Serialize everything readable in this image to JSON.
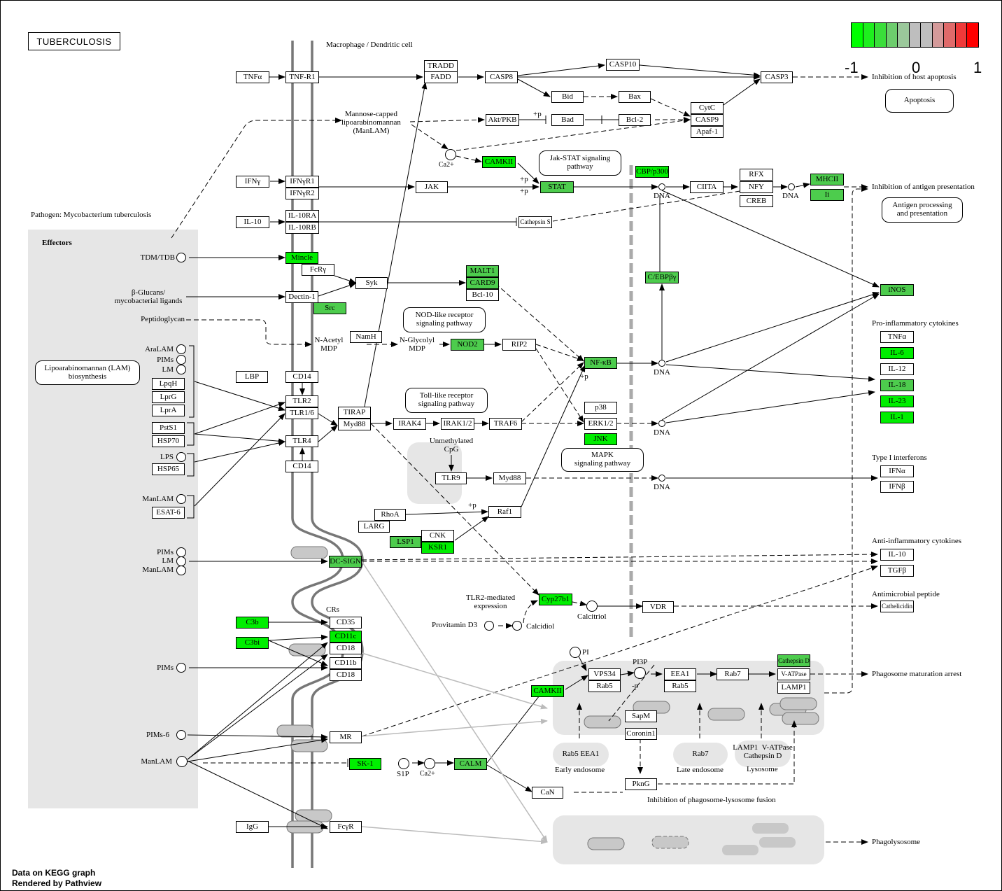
{
  "diagram": {
    "title": "TUBERCULOSIS",
    "legend": {
      "min_label": "-1",
      "mid_label": "0",
      "max_label": "1",
      "colors": [
        "#00ff00",
        "#1eef1e",
        "#3ade3a",
        "#6dcd6d",
        "#9bc89b",
        "#bebebe",
        "#bebebe",
        "#d49a9a",
        "#e06a6a",
        "#ef3a3a",
        "#ff0000"
      ]
    },
    "footer": {
      "line1": "Data on KEGG graph",
      "line2": "Rendered by Pathview"
    },
    "expression_colors": {
      "up": "#00ee00",
      "mid": "#4dcc4d",
      "none": "#ffffff"
    }
  },
  "nodes": {
    "TNFa": "TNFα",
    "TNFR1": "TNF-R1",
    "TRADD": "TRADD",
    "FADD": "FADD",
    "CASP8": "CASP8",
    "CASP10": "CASP10",
    "CASP3": "CASP3",
    "Bid": "Bid",
    "Bax": "Bax",
    "AktPKB": "Akt/PKB",
    "Bad": "Bad",
    "Bcl2": "Bcl-2",
    "CytC": "CytC",
    "CASP9": "CASP9",
    "Apaf1": "Apaf-1",
    "IFNy": "IFNγ",
    "IFNyR1": "IFNγR1",
    "IFNyR2": "IFNγR2",
    "JAK": "JAK",
    "CAMKII_a": "CAMKII",
    "STAT": "STAT",
    "CBPp300": "CBP/p300",
    "CIITA": "CIITA",
    "RFX": "RFX",
    "NFY": "NFY",
    "CREB": "CREB",
    "MHCII": "MHCII",
    "Ii": "Ii",
    "IL10": "IL-10",
    "IL10RA": "IL-10RA",
    "IL10RB": "IL-10RB",
    "CathepsinS": "Cathepsin S",
    "Mincle": "Mincle",
    "FcRy": "FcRγ",
    "Syk": "Syk",
    "MALT1": "MALT1",
    "CARD9": "CARD9",
    "Bcl10": "Bcl-10",
    "Dectin1": "Dectin-1",
    "Src": "Src",
    "CEBPb": "C/EBPβγ",
    "iNOS": "iNOS",
    "NamH": "NamH",
    "NOD2": "NOD2",
    "RIP2": "RIP2",
    "NFkB": "NF-κB",
    "TNFa_out": "TNFα",
    "IL6": "IL-6",
    "IL12": "IL-12",
    "IL18": "IL-18",
    "IL23": "IL-23",
    "IL1": "IL-1",
    "LpqH": "LpqH",
    "LprG": "LprG",
    "LprA": "LprA",
    "LBP": "LBP",
    "CD14a": "CD14",
    "TLR2": "TLR2",
    "TLR16": "TLR1/6",
    "TIRAP": "TIRAP",
    "Myd88a": "Myd88",
    "IRAK4": "IRAK4",
    "IRAK12": "IRAK1/2",
    "TRAF6": "TRAF6",
    "p38": "p38",
    "ERK12": "ERK1/2",
    "JNK": "JNK",
    "PstS1": "PstS1",
    "HSP70": "HSP70",
    "TLR4": "TLR4",
    "HSP65": "HSP65",
    "CD14b": "CD14",
    "TLR9": "TLR9",
    "Myd88b": "Myd88",
    "IFNa": "IFNα",
    "IFNb": "IFNβ",
    "ESAT6": "ESAT-6",
    "RhoA": "RhoA",
    "Raf1": "Raf1",
    "LARG": "LARG",
    "LSP1": "LSP1",
    "CNK": "CNK",
    "KSR1": "KSR1",
    "DCSIGN": "DC-SIGN",
    "IL10_out": "IL-10",
    "TGFb": "TGFβ",
    "Cyp27b1": "Cyp27b1",
    "VDR": "VDR",
    "Cathelicidin": "Cathelicidin",
    "C3b": "C3b",
    "C3bi": "C3bi",
    "CD35": "CD35",
    "CD11c": "CD11c",
    "CD18a": "CD18",
    "CD11b": "CD11b",
    "CD18b": "CD18",
    "CAMKII_b": "CAMKII",
    "VPS34": "VPS34",
    "Rab5": "Rab5",
    "EEA1": "EEA1",
    "Rab5b": "Rab5",
    "Rab7": "Rab7",
    "CathepsinD": "Cathepsin D",
    "VATPase": "V-ATPase",
    "LAMP1": "LAMP1",
    "SapM": "SapM",
    "Coronin1": "Coronin1",
    "PknG": "PknG",
    "MR": "MR",
    "SK1": "SK-1",
    "CALM": "CALM",
    "CaN": "CaN",
    "IgG": "IgG",
    "FcyR": "FcγR"
  },
  "labels": {
    "macrophage": "Macrophage / Dendritic cell",
    "pathogen": "Pathogen: Mycobacterium tuberculosis",
    "effectors": "Effectors",
    "manlam": "Mannose-capped\nlipoarabinomannan\n(ManLAM)",
    "ca2": "Ca2+",
    "ca2b": "Ca2+",
    "p1": "+p",
    "p2": "+p",
    "p3": "+p",
    "p4": "+p",
    "p5": "+p",
    "minus_p": "-p",
    "dna1": "DNA",
    "dna2": "DNA",
    "dna3": "DNA",
    "dna4": "DNA",
    "dna5": "DNA",
    "tdm": "TDM/TDB",
    "bglucans": "β-Glucans/\nmycobacterial ligands",
    "peptidoglycan": "Peptidoglycan",
    "nacetyl": "N-Acetyl\nMDP",
    "nglycolyl": "N-Glycolyl\nMDP",
    "aralam": "AraLAM",
    "pims1": "PIMs",
    "lm1": "LM",
    "lps": "LPS",
    "manlam2": "ManLAM",
    "pims2": "PIMs",
    "lm2": "LM",
    "manlam3": "ManLAM",
    "pims3": "PIMs",
    "pims6": "PIMs-6",
    "manlam4": "ManLAM",
    "unmethylated": "Unmethylated\nCpG",
    "tlr2exp": "TLR2-mediated\nexpression",
    "provitamin": "Provitamin D3",
    "calcidiol": "Calcidiol",
    "calcitriol": "Calcitriol",
    "crs": "CRs",
    "pi": "PI",
    "pi3p": "PI3P",
    "s1p": "S1P",
    "early_endo_pair": "Rab5  EEA1",
    "early_endosome": "Early endosome",
    "late_rab7": "Rab7",
    "late_endosome": "Late endosome",
    "lysosome_items": "LAMP1  V-ATPase\nCathepsin D",
    "lysosome": "Lysosome",
    "inhib_phago_lyso": "Inhibition of phagosome-lysosome fusion",
    "inhib_apop": "Inhibition of host apoptosis",
    "inhib_antigen": "Inhibition of antigen presentation",
    "proinflam": "Pro-inflammatory cytokines",
    "type1ifn": "Type I interferons",
    "antiinflam": "Anti-inflammatory cytokines",
    "antimicrobial": "Antimicrobial peptide",
    "phago_arrest": "Phagosome maturation arrest",
    "phagolysosome": "Phagolysosome"
  },
  "pathways": {
    "apoptosis": "Apoptosis",
    "jakstat": "Jak-STAT signaling\npathway",
    "antigen": "Antigen processing\nand presentation",
    "nod": "NOD-like receptor\nsignaling pathway",
    "lam": "Lipoarabinomannan (LAM)\nbiosynthesis",
    "toll": "Toll-like receptor\nsignaling pathway",
    "mapk": "MAPK\nsignaling pathway"
  }
}
